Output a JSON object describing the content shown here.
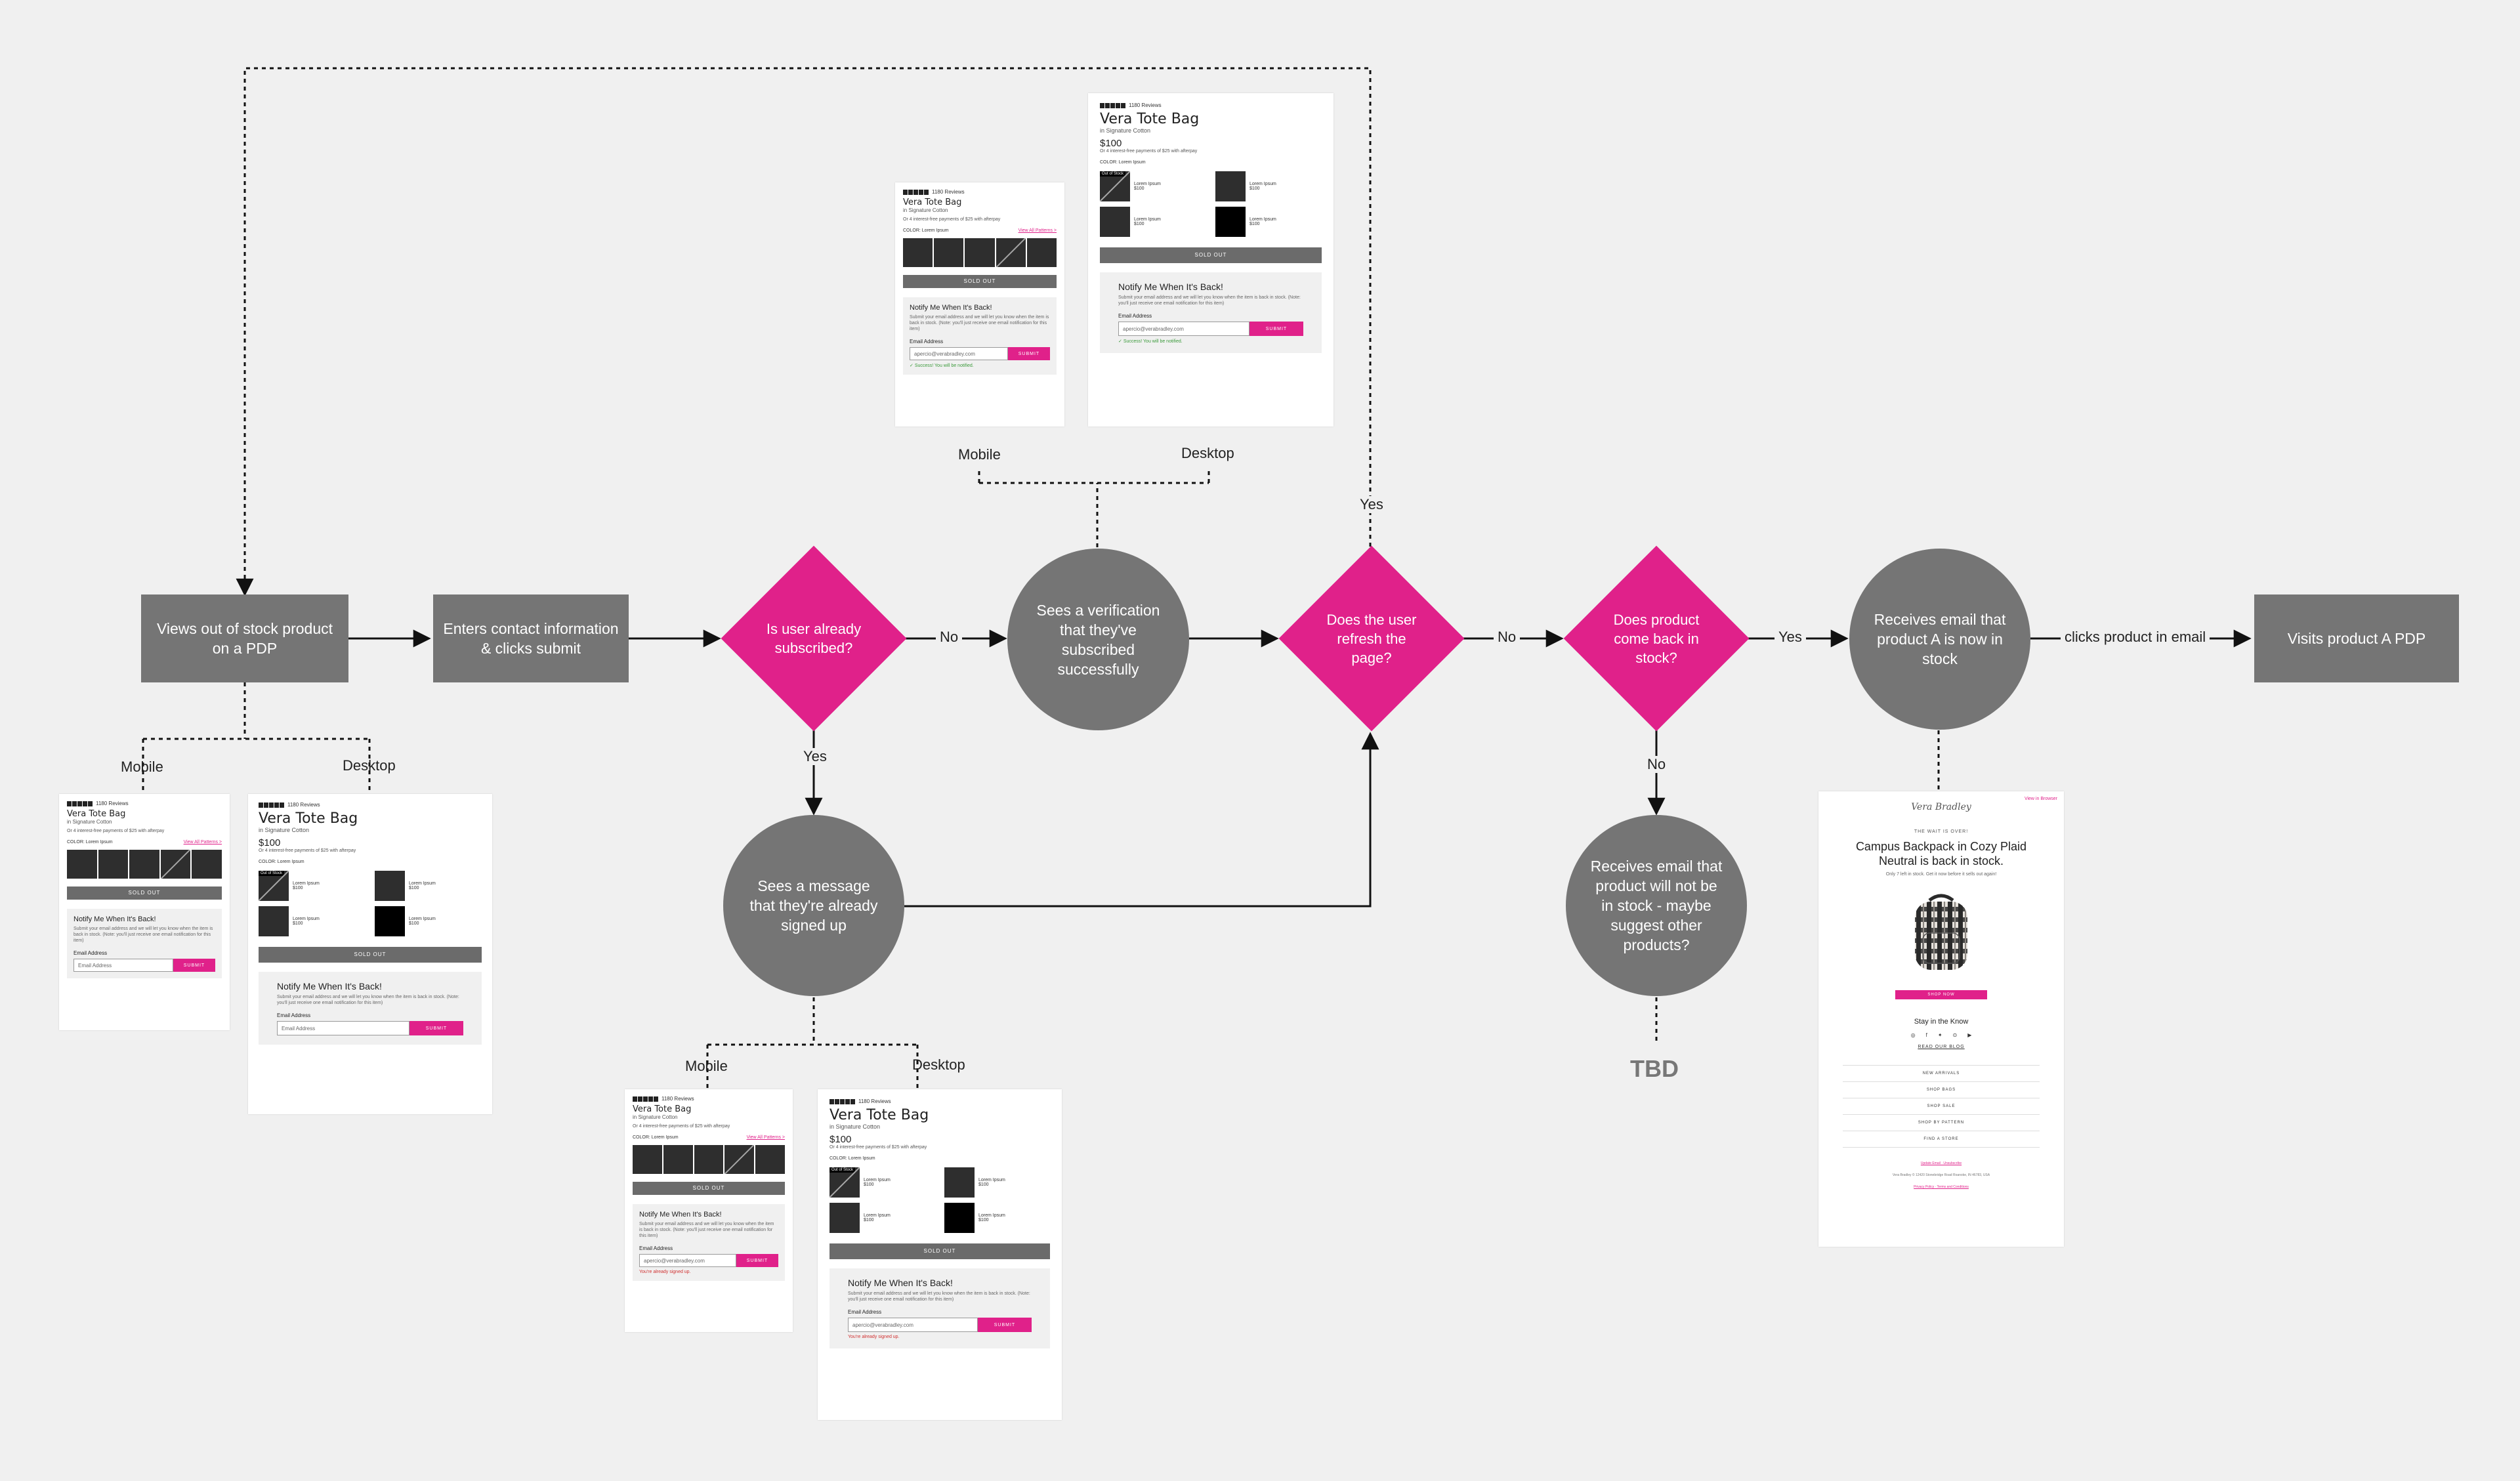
{
  "colors": {
    "process": "#757575",
    "decision": "#e0218a",
    "line": "#111111",
    "accent": "#e0218a",
    "background": "#f0f0f0"
  },
  "nodes": {
    "views_pdp": "Views out of stock product on a PDP",
    "enters_contact": "Enters contact information & clicks submit",
    "is_subscribed": "Is user already subscribed?",
    "sees_verification": "Sees a verification that they've subscribed successfully",
    "refresh_page": "Does the user refresh the page?",
    "back_in_stock": "Does product come back in stock?",
    "receives_email": "Receives email that product A is now in stock",
    "visits_pdp": "Visits product A PDP",
    "already_signed": "Sees a message that they're already signed up",
    "not_in_stock_email": "Receives email that product will not be in stock - maybe suggest other products?",
    "tbd": "TBD"
  },
  "edge_labels": {
    "no": "No",
    "yes": "Yes",
    "clicks_email": "clicks product in email"
  },
  "device_labels": {
    "mobile": "Mobile",
    "desktop": "Desktop"
  },
  "product": {
    "reviews": "1180 Reviews",
    "title": "Vera Tote Bag",
    "subtitle": "in Signature Cotton",
    "price": "$100",
    "installments": "Or 4 interest-free payments of $25 with afterpay",
    "color_label": "COLOR: Lorem Ipsum",
    "view_all": "View All Patterns >",
    "swatch_name": "Lorem Ipsum",
    "swatch_price": "$100",
    "out_of_stock": "Out of Stock",
    "sold_out": "SOLD OUT",
    "notify_title": "Notify Me When It's Back!",
    "notify_body": "Submit your email address and we will let you know when the item is back in stock. (Note: you'll just receive one email notification for this item)",
    "email_label": "Email Address",
    "email_placeholder": "Email Address",
    "email_value": "apercio@verabradley.com",
    "submit": "SUBMIT",
    "success_msg": "Success! You will be notified.",
    "already_msg": "You're already signed up."
  },
  "email": {
    "view_in_browser": "View in Browser",
    "brand": "Vera Bradley",
    "kicker": "THE WAIT IS OVER!",
    "headline": "Campus Backpack in Cozy Plaid Neutral is back in stock.",
    "subline": "Only 7 left in stock. Get it now before it sells out again!",
    "shop_now": "SHOP NOW",
    "stay_in_know": "Stay in the Know",
    "social_icons": [
      "instagram-icon",
      "facebook-icon",
      "twitter-icon",
      "pinterest-icon",
      "youtube-icon"
    ],
    "read_blog": "READ OUR BLOG",
    "nav": [
      "NEW ARRIVALS",
      "SHOP BAGS",
      "SHOP SALE",
      "SHOP BY PATTERN",
      "FIND A STORE"
    ],
    "footer_links": "Update Email · Unsubscribe",
    "footer_address": "Vera Bradley © 12420 Stonebridge Road Roanoke, IN 46783, USA",
    "footer_legal": "Privacy Policy · Terms and Conditions"
  }
}
